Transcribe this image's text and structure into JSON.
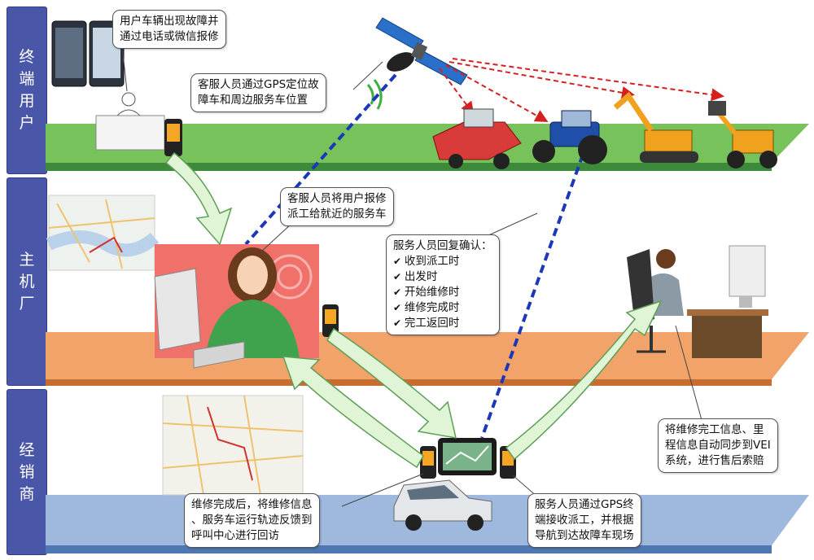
{
  "lanes": [
    {
      "id": "user",
      "chars": [
        "终",
        "端",
        "用",
        "户"
      ]
    },
    {
      "id": "oem",
      "chars": [
        "主",
        "机",
        "厂"
      ]
    },
    {
      "id": "dealer",
      "chars": [
        "经",
        "销",
        "商"
      ]
    }
  ],
  "callouts": {
    "user_report": [
      "用户车辆出现故障并",
      "通过电话或微信报修"
    ],
    "gps_locate": [
      "客服人员通过GPS定位故",
      "障车和周边服务车位置"
    ],
    "dispatch": [
      "客服人员将用户报修",
      "派工给就近的服务车"
    ],
    "confirm_title": "服务人员回复确认：",
    "confirm_items": [
      "收到派工时",
      "出发时",
      "开始维修时",
      "维修完成时",
      "完工返回时"
    ],
    "sync_vei": [
      "将维修完工信息、里",
      "程信息自动同步到VEI",
      "系统，进行售后索赔"
    ],
    "feedback": [
      "维修完成后，将维修信息",
      "、服务车运行轨迹反馈到",
      "呼叫中心进行回访"
    ],
    "navigate": [
      "服务人员通过GPS终",
      "端接收派工，并根据",
      "导航到达故障车现场"
    ]
  },
  "colors": {
    "lane_tab": "#4a57a8",
    "platform_user": "#77c25a",
    "platform_oem": "#f2a36a",
    "platform_dealer": "#9fb9de",
    "flow_arrow": "#dff5d6",
    "gps_link": "#1c37b8",
    "satellite_signal": "#d62020"
  },
  "icons": [
    "satellite-icon",
    "phone-icon",
    "gps-terminal-icon",
    "harvester-icon",
    "tractor-icon",
    "excavator-icon",
    "wheel-loader-icon",
    "service-truck-icon",
    "map-icon",
    "call-agent-icon",
    "office-worker-icon",
    "computer-icon"
  ]
}
